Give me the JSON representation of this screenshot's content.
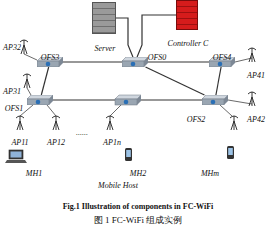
{
  "diagram": {
    "caption": "Fig.1 Illustration of components in FC-WiFi",
    "nodes": [
      {
        "text": [
          "Server"
        ]
      },
      {
        "text": [
          "Controller C"
        ]
      },
      {
        "text": [
          "OFS3"
        ]
      },
      {
        "text": [
          "OFS0"
        ]
      },
      {
        "text": [
          "OFS4"
        ]
      },
      {
        "text": [
          "OFS1"
        ]
      },
      {
        "text": [
          "OFS2"
        ]
      }
    ],
    "edges": [
      {
        "from": 0,
        "to": 3,
        "arrow": "none"
      },
      {
        "from": 1,
        "to": 3,
        "arrow": "none"
      },
      {
        "from": 3,
        "to": 2,
        "arrow": "none"
      },
      {
        "from": 3,
        "to": 4,
        "arrow": "none"
      },
      {
        "from": 2,
        "to": 5,
        "arrow": "none"
      },
      {
        "from": 5,
        "to": 6,
        "arrow": "none"
      },
      {
        "from": 4,
        "to": 6,
        "arrow": "none"
      },
      {
        "from": 3,
        "to": 6,
        "arrow": "none"
      }
    ],
    "labels": [
      "AP32",
      "AP41",
      "AP31",
      "AP42",
      "AP11",
      "AP12",
      "......",
      "AP1n",
      "MH1",
      "MH2",
      "MHm",
      "Mobile Host",
      "图 1 FC-WiFi 组成实例"
    ]
  }
}
